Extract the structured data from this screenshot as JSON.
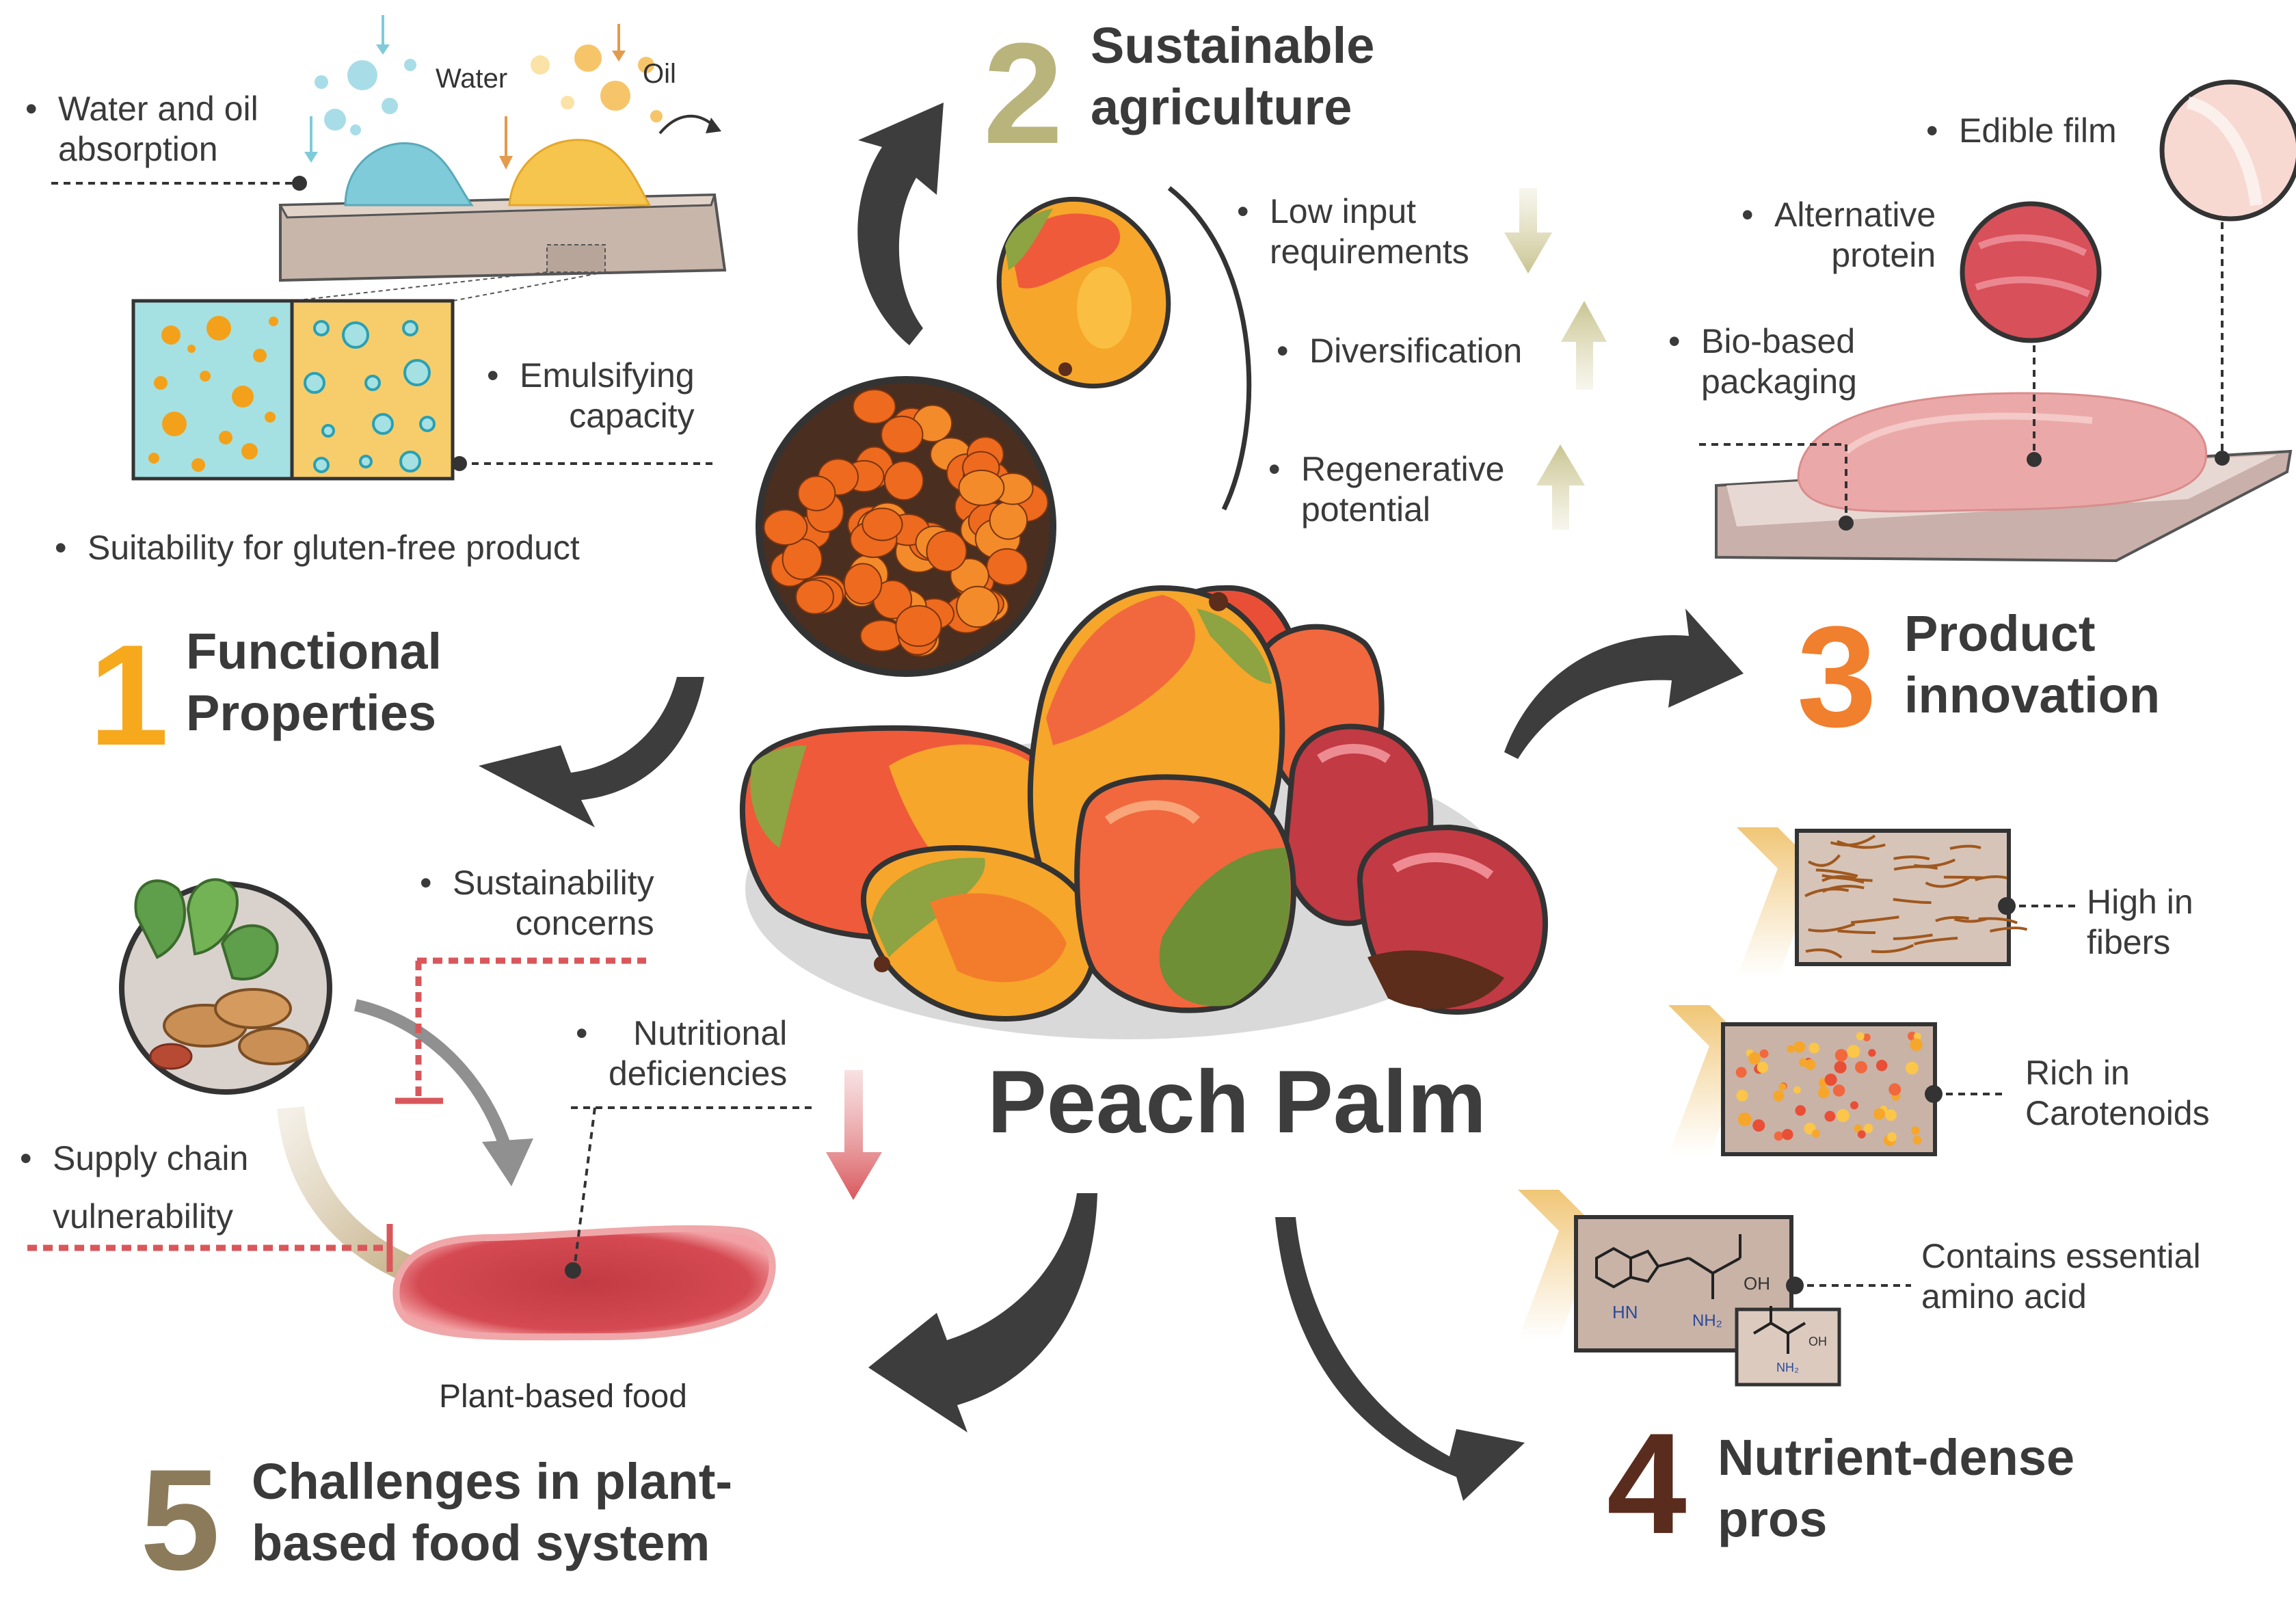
{
  "sections": {
    "s1": {
      "number": "1",
      "title": "Functional\nProperties",
      "color": "#f6a91c",
      "items": [
        "Water and oil\nabsorption",
        "Emulsifying\ncapacity",
        "Suitability for gluten-free product"
      ],
      "labels": {
        "water": "Water",
        "oil": "Oil"
      }
    },
    "s2": {
      "number": "2",
      "title": "Sustainable\nagriculture",
      "color": "#b9b47c",
      "items": [
        "Low input\nrequirements",
        "Diversification",
        "Regenerative\npotential"
      ]
    },
    "s3": {
      "number": "3",
      "title": "Product\ninnovation",
      "color": "#f07f2e",
      "items": [
        "Edible film",
        "Alternative\nprotein",
        "Bio-based\npackaging"
      ]
    },
    "s4": {
      "number": "4",
      "title": "Nutrient-dense\npros",
      "color": "#5a2c1e",
      "items": [
        "High in\nfibers",
        "Rich in\nCarotenoids",
        "Contains essential\namino acid"
      ],
      "chem": {
        "oh": "OH",
        "hn": "HN",
        "nh2": "NH₂",
        "oh_small": "OH",
        "nh2_small": "NH₂"
      }
    },
    "s5": {
      "number": "5",
      "title": "Challenges in plant-\nbased food system",
      "color": "#8b7b5b",
      "items": [
        "Sustainability\nconcerns",
        "Nutritional\ndeficiencies",
        "Supply chain\nvulnerability"
      ],
      "caption": "Plant-based food"
    }
  },
  "center": {
    "title": "Peach Palm"
  },
  "colors": {
    "dark": "#3d3d3d",
    "red_line": "#d9575b",
    "pale_arrow": "#d8d3a8",
    "cream_arrow": "#f2cf8e"
  }
}
